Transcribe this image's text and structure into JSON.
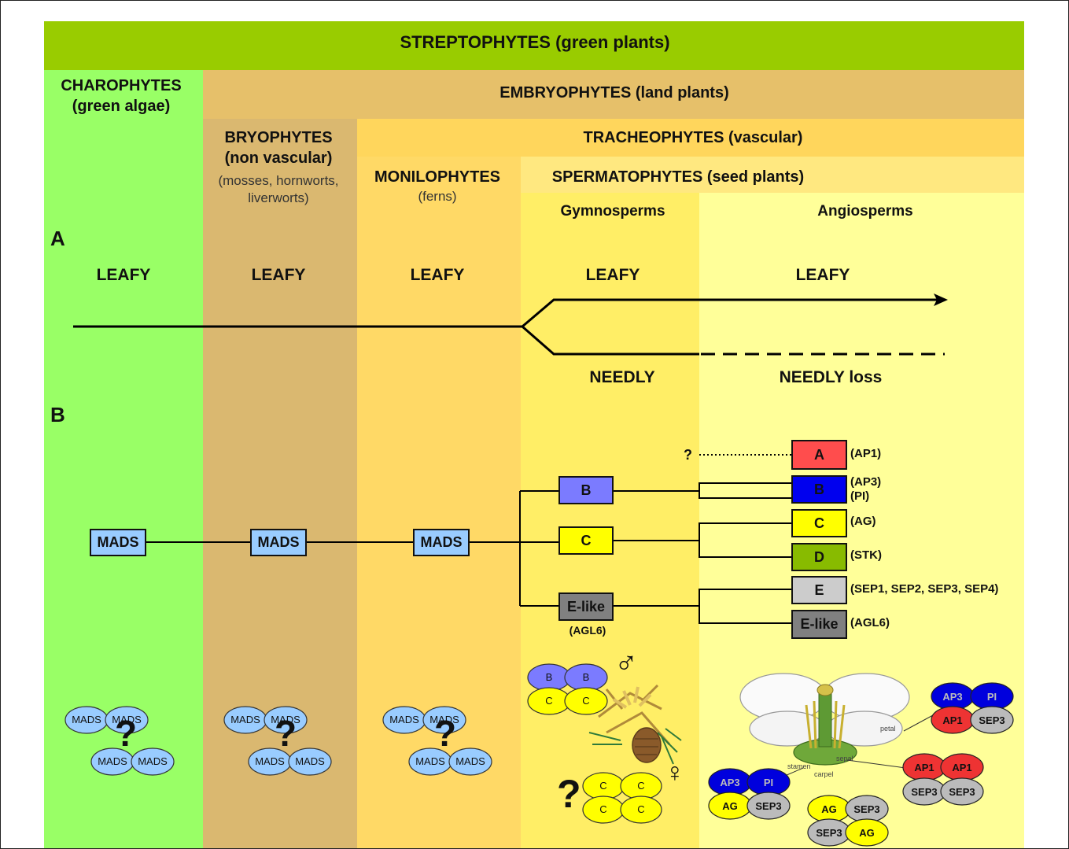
{
  "colors": {
    "streptophytes": "#99cc00",
    "charophytes": "#99ff66",
    "bryophytes": "#dab870",
    "embryophytes_header": "#e6c06a",
    "monilophytes": "#ffd966",
    "tracheophytes_header": "#ffd65c",
    "spermatophytes": "#ffe880",
    "gymnosperms": "#ffee66",
    "angiosperms": "#ffff99",
    "mads_box": "#99ccff",
    "class_a": "#ff4d4d",
    "class_b_gymno": "#7b7bff",
    "class_b_angio": "#0000ee",
    "class_c": "#ffff00",
    "class_d": "#88bb00",
    "class_e": "#cccccc",
    "class_e_like": "#808080",
    "ap3": "#0000dd",
    "ap1": "#ee3333",
    "sep3": "#bbbbbb"
  },
  "headers": {
    "streptophytes": "STREPTOPHYTES (green plants)",
    "charophytes_1": "CHAROPHYTES",
    "charophytes_2": "(green algae)",
    "embryophytes": "EMBRYOPHYTES (land plants)",
    "bryophytes_1": "BRYOPHYTES",
    "bryophytes_2": "(non vascular)",
    "bryophytes_3": "(mosses, hornworts,",
    "bryophytes_4": "liverworts)",
    "tracheophytes": "TRACHEOPHYTES (vascular)",
    "monilophytes_1": "MONILOPHYTES",
    "monilophytes_2": "(ferns)",
    "spermatophytes": "SPERMATOPHYTES (seed plants)",
    "gymnosperms": "Gymnosperms",
    "angiosperms": "Angiosperms"
  },
  "panel_a": {
    "label": "A",
    "leafy": [
      "LEAFY",
      "LEAFY",
      "LEAFY",
      "LEAFY",
      "LEAFY"
    ],
    "needly": "NEEDLY",
    "needly_loss": "NEEDLY loss"
  },
  "panel_b": {
    "label": "B",
    "mads": [
      "MADS",
      "MADS",
      "MADS"
    ],
    "gymno_classes": {
      "b": "B",
      "c": "C",
      "elike": "E-like",
      "elike_note": "(AGL6)"
    },
    "angio_classes": [
      {
        "letter": "A",
        "genes": "(AP1)"
      },
      {
        "letter": "B",
        "genes": "(AP3)",
        "genes2": "(PI)"
      },
      {
        "letter": "C",
        "genes": "(AG)"
      },
      {
        "letter": "D",
        "genes": "(STK)"
      },
      {
        "letter": "E",
        "genes": "(SEP1, SEP2, SEP3, SEP4)"
      },
      {
        "letter": "E-like",
        "genes": "(AGL6)"
      }
    ],
    "question_mark": "?"
  },
  "complexes": {
    "mads": "MADS",
    "question": "?",
    "gymno_male": [
      "B",
      "B",
      "C",
      "C"
    ],
    "gymno_female": [
      "C",
      "C",
      "C",
      "C"
    ],
    "male_symbol": "♂",
    "female_symbol": "♀",
    "flower_labels": {
      "petal": "petal",
      "stamen": "stamen",
      "sepal": "sepal",
      "carpel": "carpel"
    },
    "petal_complex": [
      "AP3",
      "PI",
      "AP1",
      "SEP3"
    ],
    "sepal_complex": [
      "AP1",
      "AP1",
      "SEP3",
      "SEP3"
    ],
    "stamen_complex": [
      "AP3",
      "PI",
      "AG",
      "SEP3"
    ],
    "carpel_complex": [
      "AG",
      "SEP3",
      "SEP3",
      "AG"
    ]
  }
}
